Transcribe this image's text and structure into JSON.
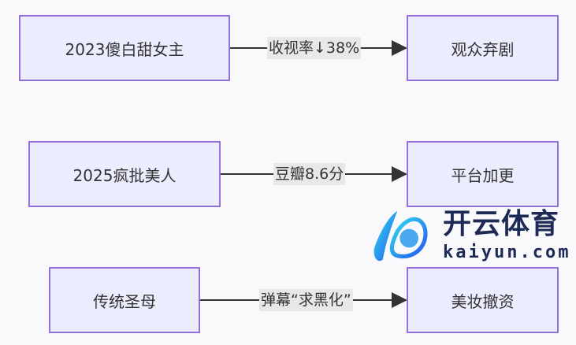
{
  "rows": [
    {
      "source": "2023傻白甜女主",
      "edge": "收视率↓38%",
      "target": "观众弃剧"
    },
    {
      "source": "2025疯批美人",
      "edge": "豆瓣8.6分",
      "target": "平台加更"
    },
    {
      "source": "传统圣母",
      "edge": "弹幕“求黑化”",
      "target": "美妆撤资"
    }
  ],
  "watermark": {
    "name": "开云体育",
    "domain": "kaiyun.com"
  },
  "colors": {
    "node_fill": "#ECECFF",
    "node_border": "#9370DB",
    "edge": "#333333",
    "label_bg": "#e8e8e8"
  }
}
